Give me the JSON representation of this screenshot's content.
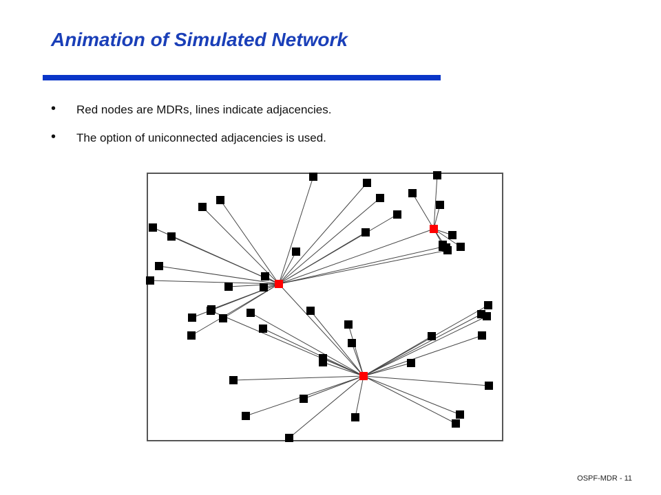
{
  "title": "Animation of Simulated Network",
  "bullets": [
    "Red nodes are MDRs, lines indicate adjacencies.",
    "The option of uniconnected adjacencies is used."
  ],
  "footer": "OSPF-MDR - 11",
  "colors": {
    "title": "#1a3fb8",
    "rule": "#0a36c8",
    "mdr_node": "#ff0000",
    "node": "#000000",
    "link": "#444444"
  },
  "network": {
    "mdrs": [
      "A",
      "B",
      "C"
    ],
    "nodes": [
      "A",
      "B",
      "C",
      "n1",
      "n2",
      "n3",
      "n4",
      "n5",
      "n6",
      "n7",
      "n8",
      "n9",
      "n10",
      "n11",
      "n12",
      "n13",
      "n14",
      "n15",
      "n16",
      "n17",
      "n18",
      "n19",
      "n20",
      "n21",
      "n22",
      "n23",
      "n24",
      "n25",
      "n26",
      "n27",
      "n28",
      "n29",
      "n30",
      "n31",
      "n32",
      "n33",
      "n34",
      "n35",
      "n36",
      "n37",
      "n38",
      "n39",
      "n40",
      "n41",
      "n42",
      "n43",
      "n44",
      "n45",
      "n46",
      "n47",
      "n48",
      "n49",
      "n50"
    ],
    "links": [
      [
        "A",
        "n1"
      ],
      [
        "A",
        "n2"
      ],
      [
        "A",
        "n3"
      ],
      [
        "A",
        "n4"
      ],
      [
        "A",
        "n5"
      ],
      [
        "A",
        "n6"
      ],
      [
        "A",
        "n7"
      ],
      [
        "A",
        "n8"
      ],
      [
        "A",
        "n9"
      ],
      [
        "A",
        "n10"
      ],
      [
        "A",
        "n11"
      ],
      [
        "A",
        "n12"
      ],
      [
        "A",
        "n13"
      ],
      [
        "A",
        "n14"
      ],
      [
        "A",
        "n15"
      ],
      [
        "A",
        "n16"
      ],
      [
        "A",
        "n17"
      ],
      [
        "A",
        "n18"
      ],
      [
        "A",
        "n19"
      ],
      [
        "A",
        "n20"
      ],
      [
        "A",
        "n21"
      ],
      [
        "A",
        "C"
      ],
      [
        "A",
        "B"
      ],
      [
        "C",
        "n22"
      ],
      [
        "C",
        "n23"
      ],
      [
        "C",
        "n24"
      ],
      [
        "C",
        "n25"
      ],
      [
        "C",
        "n26"
      ],
      [
        "C",
        "n27"
      ],
      [
        "C",
        "n28"
      ],
      [
        "B",
        "n29"
      ],
      [
        "B",
        "n30"
      ],
      [
        "B",
        "n31"
      ],
      [
        "B",
        "n32"
      ],
      [
        "B",
        "n33"
      ],
      [
        "B",
        "n34"
      ],
      [
        "B",
        "n35"
      ],
      [
        "B",
        "n36"
      ],
      [
        "B",
        "n37"
      ],
      [
        "B",
        "n38"
      ],
      [
        "B",
        "n39"
      ],
      [
        "B",
        "n40"
      ],
      [
        "B",
        "n41"
      ],
      [
        "B",
        "n42"
      ],
      [
        "B",
        "n43"
      ],
      [
        "B",
        "n44"
      ],
      [
        "B",
        "n45"
      ],
      [
        "B",
        "n46"
      ],
      [
        "B",
        "n47"
      ],
      [
        "B",
        "n48"
      ],
      [
        "B",
        "n49"
      ],
      [
        "B",
        "n50"
      ]
    ]
  }
}
